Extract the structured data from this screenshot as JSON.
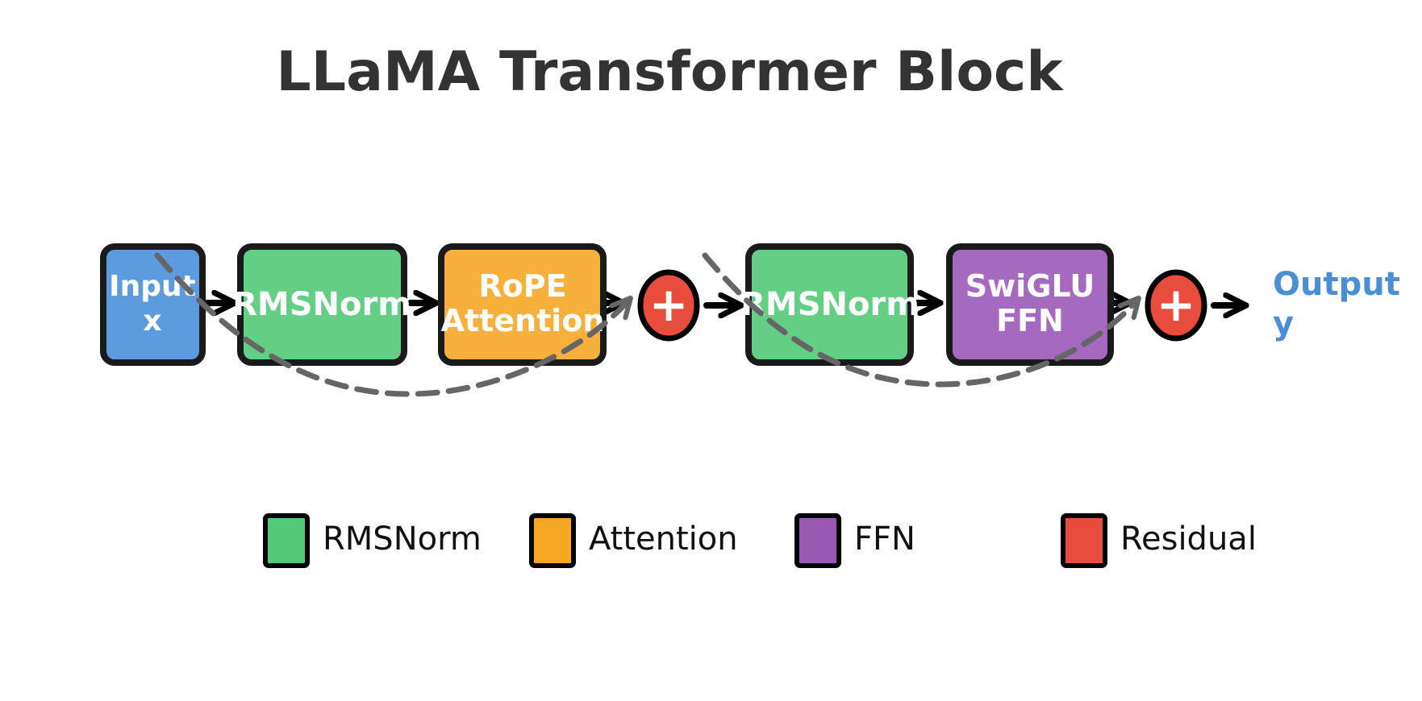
{
  "title": "LLaMA Transformer Block",
  "colors": {
    "input": "#5c9bde",
    "rmsnorm": "#62cf84",
    "attention": "#f6b03b",
    "ffn": "#a56abf",
    "residual": "#e74c3c",
    "output_text": "#4a8fd6",
    "skip_line": "#666666"
  },
  "blocks": [
    {
      "id": "input",
      "lines": [
        "Input",
        "x"
      ],
      "color_key": "input"
    },
    {
      "id": "rmsnorm-1",
      "lines": [
        "RMSNorm"
      ],
      "color_key": "rmsnorm"
    },
    {
      "id": "rope-attention",
      "lines": [
        "RoPE",
        "Attention"
      ],
      "color_key": "attention"
    },
    {
      "id": "residual-add-1",
      "symbol": "+",
      "color_key": "residual"
    },
    {
      "id": "rmsnorm-2",
      "lines": [
        "RMSNorm"
      ],
      "color_key": "rmsnorm"
    },
    {
      "id": "swiglu-ffn",
      "lines": [
        "SwiGLU",
        "FFN"
      ],
      "color_key": "ffn"
    },
    {
      "id": "residual-add-2",
      "symbol": "+",
      "color_key": "residual"
    }
  ],
  "output": {
    "lines": [
      "Output",
      "y"
    ]
  },
  "legend": [
    {
      "label": "RMSNorm",
      "color": "#52c878"
    },
    {
      "label": "Attention",
      "color": "#f5a623"
    },
    {
      "label": "FFN",
      "color": "#9b59b6"
    },
    {
      "label": "Residual",
      "color": "#e74c3c"
    }
  ]
}
